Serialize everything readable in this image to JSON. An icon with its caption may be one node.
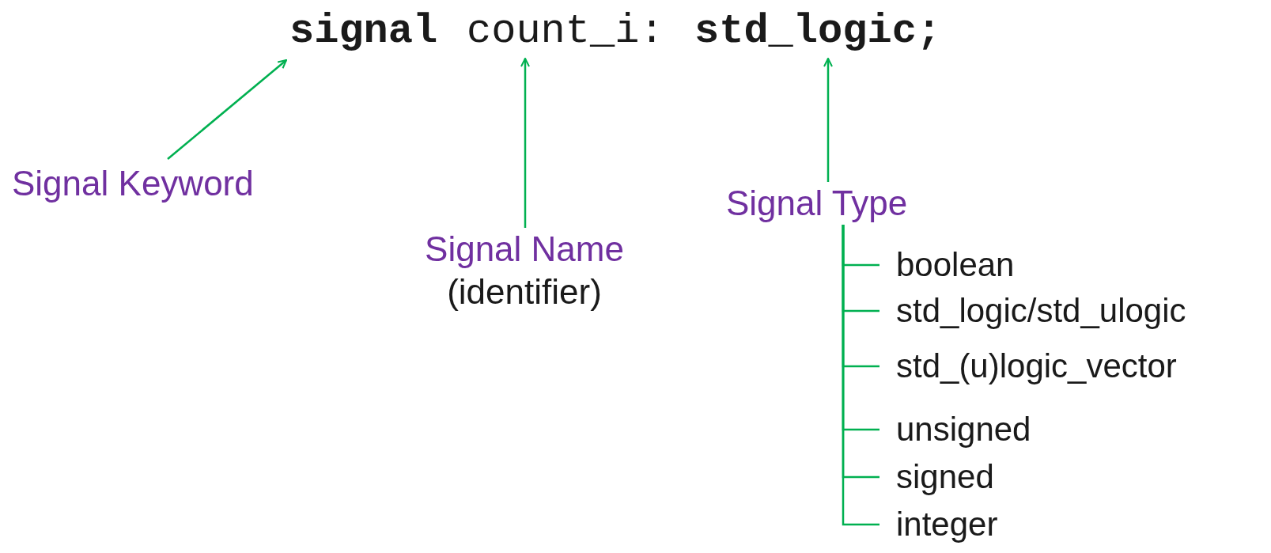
{
  "diagram": {
    "nodes": [
      {
        "text": [
          "signal"
        ]
      },
      {
        "text": [
          "count_i:"
        ]
      },
      {
        "text": [
          "std_logic;"
        ]
      },
      {
        "text": [
          "Signal Keyword"
        ]
      },
      {
        "text": [
          "Signal Name",
          "(identifier)"
        ]
      },
      {
        "text": [
          "Signal Type"
        ]
      },
      {
        "text": [
          "boolean"
        ]
      },
      {
        "text": [
          "std_logic/std_ulogic"
        ]
      },
      {
        "text": [
          "std_(u)logic_vector"
        ]
      },
      {
        "text": [
          "unsigned"
        ]
      },
      {
        "text": [
          "signed"
        ]
      },
      {
        "text": [
          "integer"
        ]
      }
    ],
    "edges": [
      {
        "from": 3,
        "to": 0,
        "arrow": "to"
      },
      {
        "from": 4,
        "to": 1,
        "arrow": "to"
      },
      {
        "from": 5,
        "to": 2,
        "arrow": "to"
      },
      {
        "from": 5,
        "to": 6,
        "arrow": "none"
      },
      {
        "from": 5,
        "to": 7,
        "arrow": "none"
      },
      {
        "from": 5,
        "to": 8,
        "arrow": "none"
      },
      {
        "from": 5,
        "to": 9,
        "arrow": "none"
      },
      {
        "from": 5,
        "to": 10,
        "arrow": "none"
      },
      {
        "from": 5,
        "to": 11,
        "arrow": "none"
      }
    ]
  }
}
